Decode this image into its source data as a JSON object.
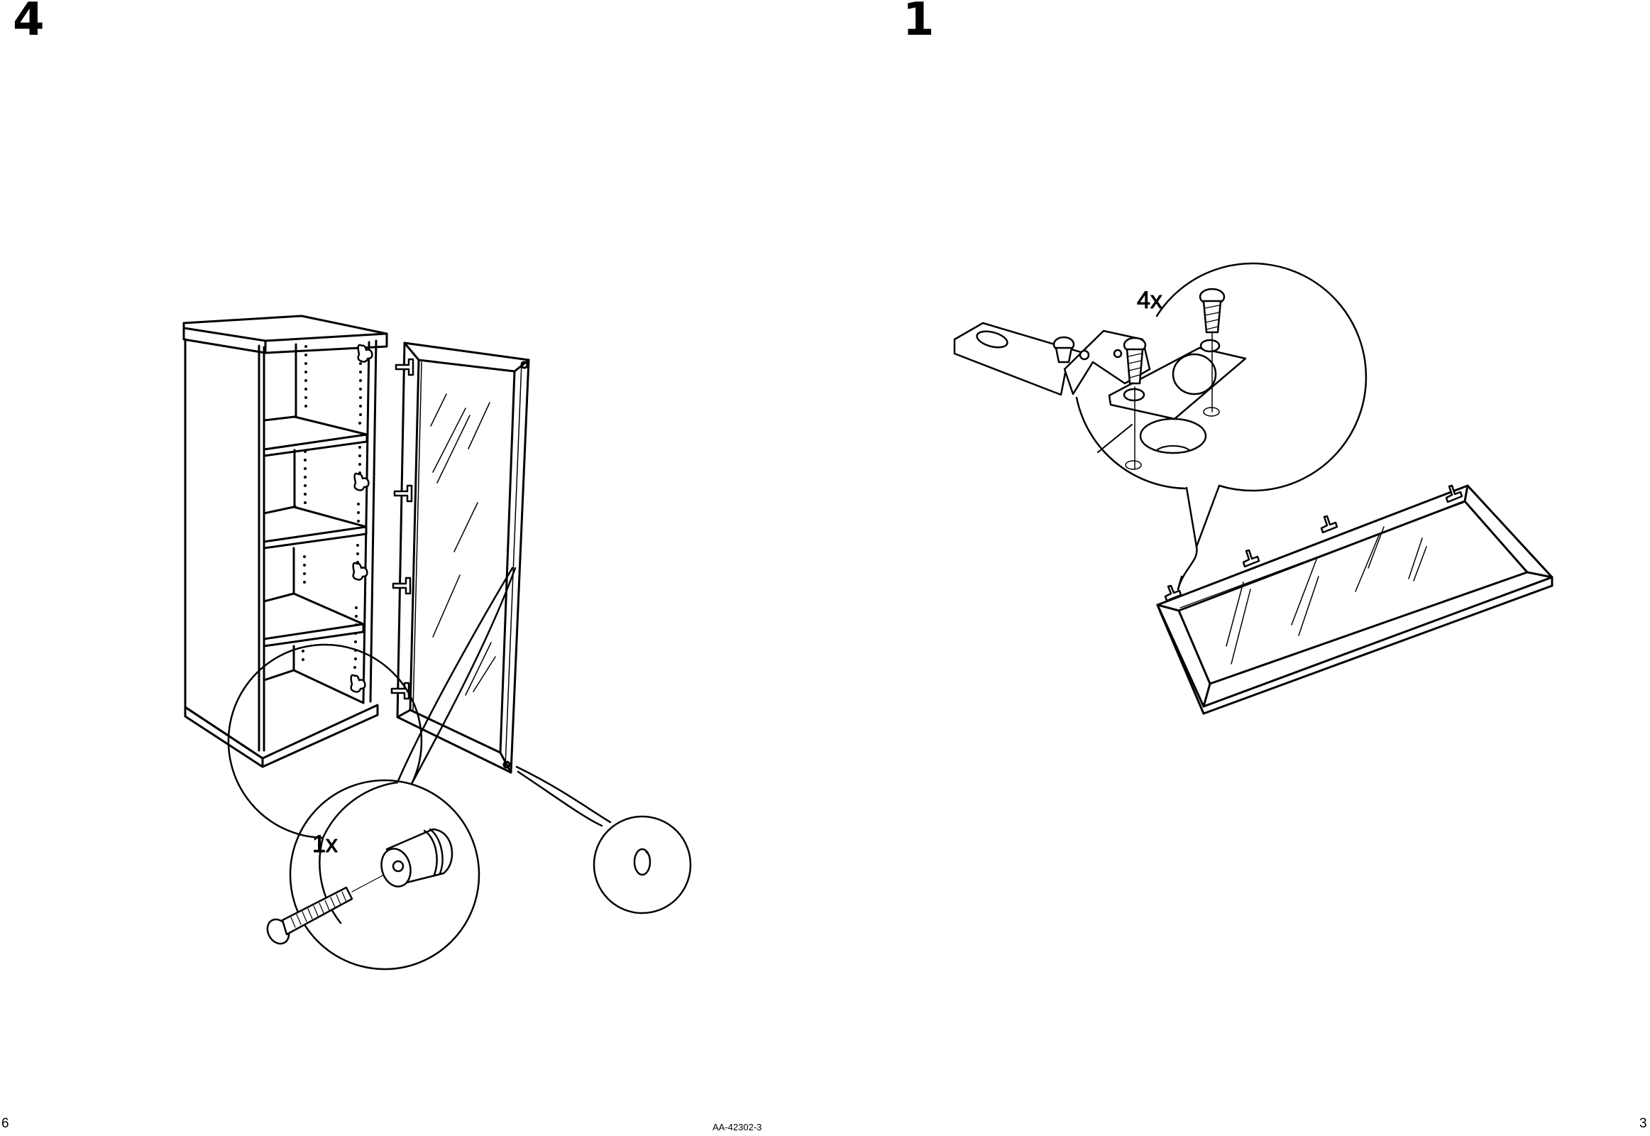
{
  "left_page": {
    "step_number": "4",
    "page_number": "6",
    "callouts": [
      {
        "id": "bolt-and-knob",
        "quantity": "1x",
        "parts": [
          "screw",
          "knob"
        ]
      },
      {
        "id": "hole-detail",
        "quantity": "",
        "parts": [
          "pre-drilled-hole"
        ]
      }
    ],
    "illustration": "cabinet-with-glass-door-knob-install"
  },
  "right_page": {
    "step_number": "1",
    "page_number": "3",
    "callouts": [
      {
        "id": "hinge-screws",
        "quantity": "4x",
        "parts": [
          "hinge",
          "screw"
        ]
      }
    ],
    "illustration": "glass-door-hinge-install"
  },
  "footer": {
    "document_code": "AA-42302-3"
  },
  "colors": {
    "ink": "#000000",
    "paper": "#ffffff"
  }
}
